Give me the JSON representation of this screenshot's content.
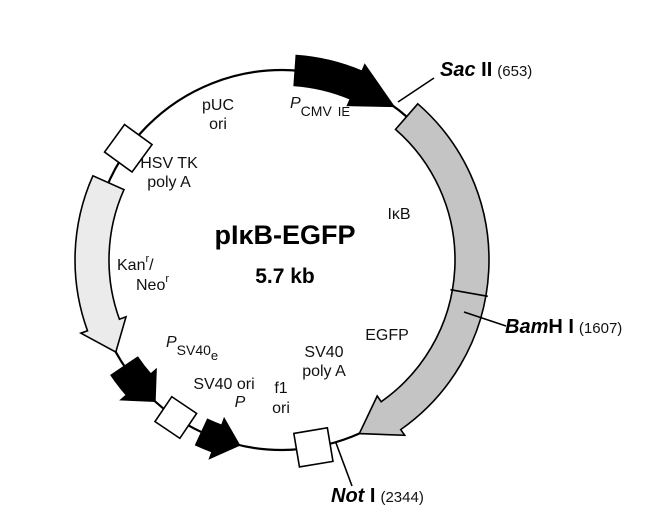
{
  "plasmid": {
    "name_prefix": "pI",
    "name_kappa": "κ",
    "name_suffix": "B-EGFP",
    "size": "5.7 kb"
  },
  "sites": {
    "sacii": {
      "name": "Sac",
      "enzyme": " II",
      "position": "(653)"
    },
    "bamhi": {
      "name": "Bam",
      "enzyme": "H I",
      "position": "(1607)"
    },
    "noti": {
      "name": "Not",
      "enzyme": " I",
      "position": "(2344)"
    }
  },
  "features": {
    "pcmv": {
      "p": "P",
      "sub1": "CMV",
      "sub2": "IE"
    },
    "ikb": {
      "text": "IκB"
    },
    "egfp": {
      "text": "EGFP"
    },
    "sv40_polya": {
      "line1": "SV40",
      "line2": "poly A"
    },
    "f1_ori": {
      "line1": "f1",
      "line2": "ori"
    },
    "sv40_ori": {
      "line1": "SV40 ori",
      "line2": "P"
    },
    "psv40e": {
      "p": "P",
      "sub1": "SV40",
      "sub2": "e"
    },
    "kan_neo": {
      "kan": "Kan",
      "kan_sup": "r",
      "slash": "/",
      "neo": "Neo",
      "neo_sup": "r"
    },
    "hsv_tk": {
      "line1": "HSV TK",
      "line2": "poly A"
    },
    "puc_ori": {
      "line1": "pUC",
      "line2": "ori"
    }
  },
  "colors": {
    "backbone": "#000000",
    "black_arrow": "#000000",
    "gray_arrow": "#c4c4c4",
    "light_arrow": "#ebebeb",
    "white_box": "#ffffff"
  }
}
